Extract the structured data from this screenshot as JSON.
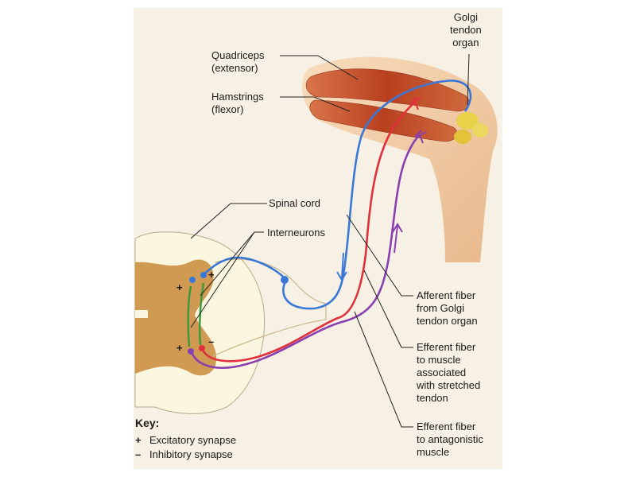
{
  "labels": {
    "quadriceps": [
      "Quadriceps",
      "(extensor)"
    ],
    "hamstrings": [
      "Hamstrings",
      "(flexor)"
    ],
    "golgi": [
      "Golgi",
      "tendon",
      "organ"
    ],
    "spinal_cord": "Spinal cord",
    "interneurons": "Interneurons",
    "afferent": [
      "Afferent fiber",
      "from Golgi",
      "tendon organ"
    ],
    "efferent_stretched": [
      "Efferent fiber",
      "to muscle",
      "associated",
      "with stretched",
      "tendon"
    ],
    "efferent_antagonistic": [
      "Efferent fiber",
      "to antagonistic",
      "muscle"
    ]
  },
  "synapse_signs": [
    "+",
    "+",
    "+",
    "–"
  ],
  "key": {
    "title": "Key:",
    "items": [
      {
        "symbol": "+",
        "text": "Excitatory synapse"
      },
      {
        "symbol": "–",
        "text": "Inhibitory synapse"
      }
    ]
  },
  "colors": {
    "afferent": "#3a78d8",
    "efferent_stretched": "#e0303c",
    "efferent_antagonistic": "#8a3fb0",
    "interneuron": "#3a9a3a",
    "muscle": "#c8502c",
    "skin": "#f2c9a0",
    "cord_white": "#fbf6df",
    "cord_gray": "#c98a3a"
  }
}
